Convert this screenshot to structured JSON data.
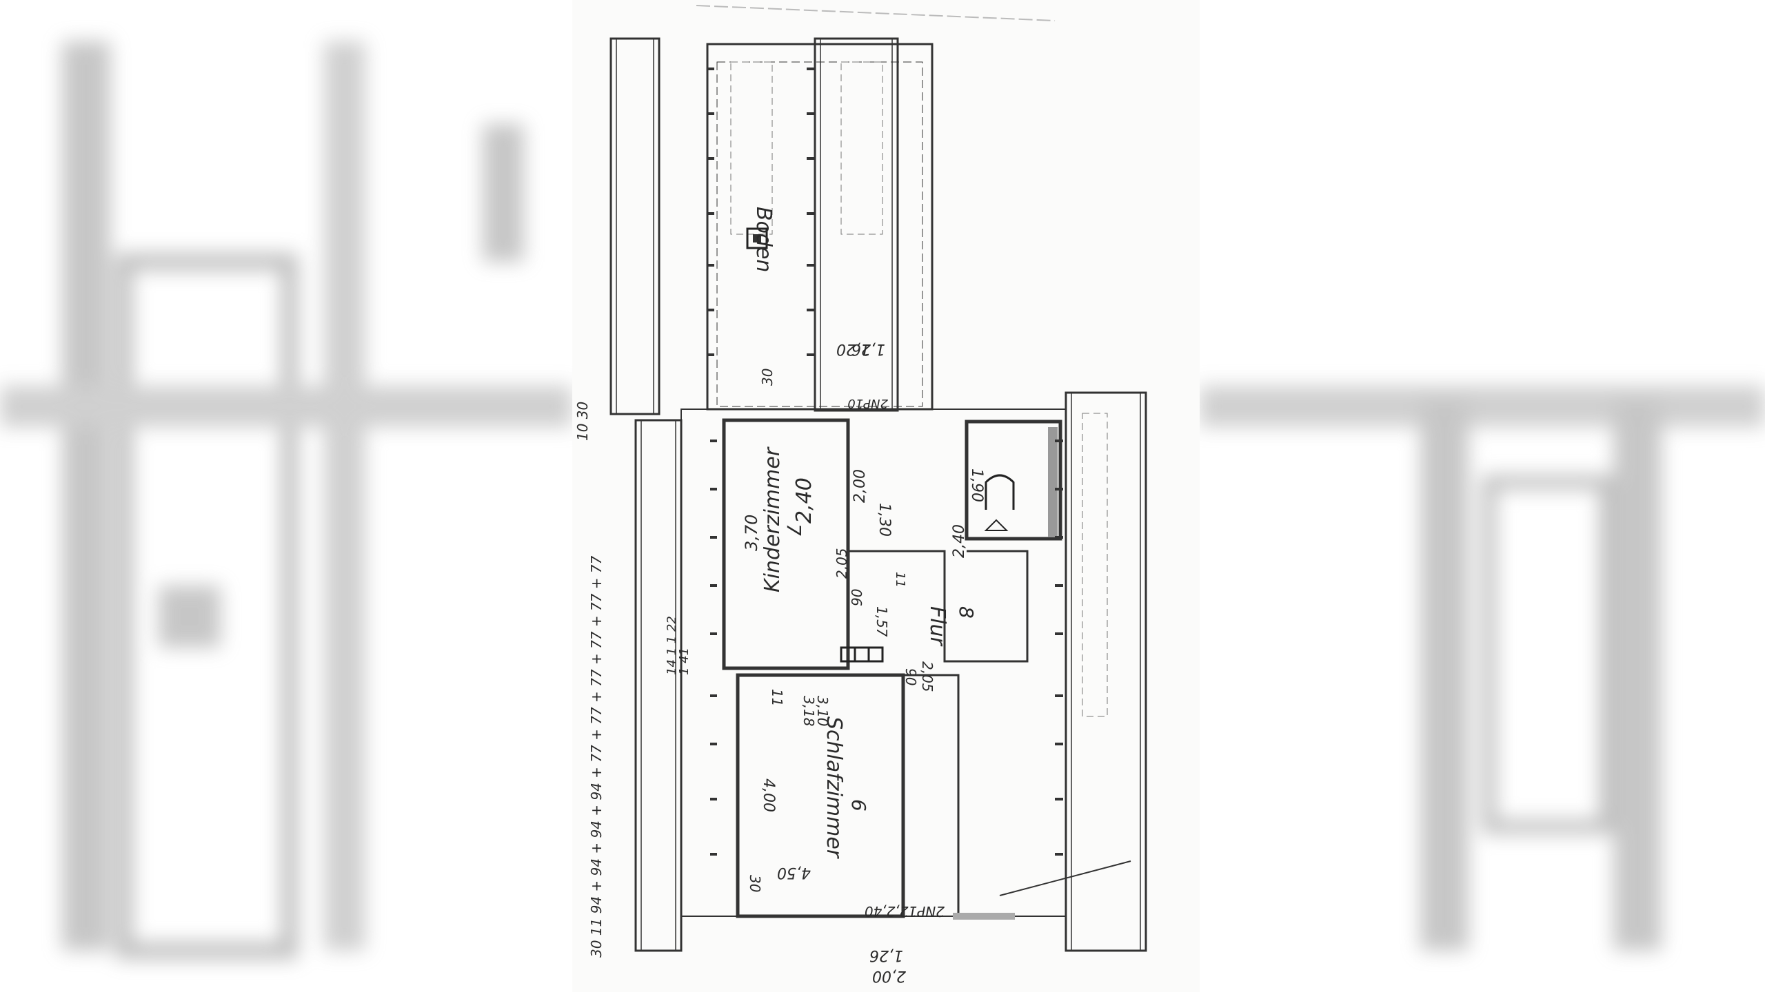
{
  "plan": {
    "rooms": {
      "attic": "Boden",
      "children_room": "Kinderzimmer",
      "children_room_no": "7",
      "bedroom": "Schlafzimmer",
      "bedroom_no": "6",
      "hall": "Flur",
      "hall_no": "8"
    },
    "dims": {
      "top_win_1": "1,20",
      "top_win_2": "1,26",
      "top_dim_30": "30",
      "top_2np": "2NP10",
      "kid_h_240": "2,40",
      "kid_w_370": "3,70",
      "door_200": "2,00",
      "door_130": "1,30",
      "bath_190": "1,90",
      "hall_240": "2,40",
      "door_205": "2,05",
      "door_90": "90",
      "dim_157": "1,57",
      "dim_11": "11",
      "hall_door_90": "90",
      "hall_door_205": "2,05",
      "dim_11b": "11",
      "bed_318": "3,18",
      "bed_310": "3,10",
      "bed_400": "4,00",
      "bed_30": "30",
      "bed_450": "4,50",
      "bot_2np": "2NP12,2,40",
      "bot_126": "1,26",
      "bot_200": "2,00",
      "left_chain": "30 11 94 + 94 + 94 + 94 + 77 + 77 + 77 + 77 + 77 + 77",
      "left_1030": "10 30",
      "left_14122": "14 1 1 22",
      "left_141": "1 41"
    }
  }
}
